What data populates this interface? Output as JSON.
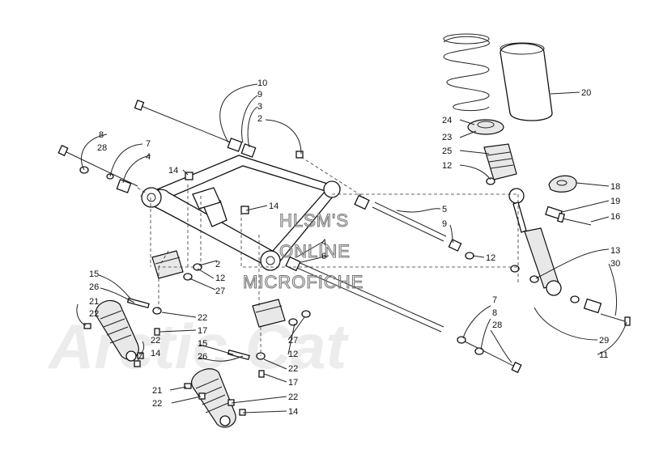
{
  "watermark": {
    "lines": [
      "HLSM'S",
      "ONLINE",
      "MICROFICHE"
    ],
    "background_logo": "Arctic Cat"
  },
  "callouts": [
    {
      "text": "10"
    },
    {
      "text": "9"
    },
    {
      "text": "3"
    },
    {
      "text": "2"
    },
    {
      "text": "8"
    },
    {
      "text": "28"
    },
    {
      "text": "7"
    },
    {
      "text": "4"
    },
    {
      "text": "14"
    },
    {
      "text": "14"
    },
    {
      "text": "5"
    },
    {
      "text": "9"
    },
    {
      "text": "12"
    },
    {
      "text": "2"
    },
    {
      "text": "12"
    },
    {
      "text": "27"
    },
    {
      "text": "4"
    },
    {
      "text": "6"
    },
    {
      "text": "15"
    },
    {
      "text": "26"
    },
    {
      "text": "21"
    },
    {
      "text": "22"
    },
    {
      "text": "22"
    },
    {
      "text": "17"
    },
    {
      "text": "22"
    },
    {
      "text": "14"
    },
    {
      "text": "15"
    },
    {
      "text": "26"
    },
    {
      "text": "27"
    },
    {
      "text": "12"
    },
    {
      "text": "22"
    },
    {
      "text": "17"
    },
    {
      "text": "21"
    },
    {
      "text": "22"
    },
    {
      "text": "22"
    },
    {
      "text": "14"
    },
    {
      "text": "20"
    },
    {
      "text": "24"
    },
    {
      "text": "23"
    },
    {
      "text": "25"
    },
    {
      "text": "12"
    },
    {
      "text": "18"
    },
    {
      "text": "19"
    },
    {
      "text": "16"
    },
    {
      "text": "13"
    },
    {
      "text": "30"
    },
    {
      "text": "7"
    },
    {
      "text": "8"
    },
    {
      "text": "28"
    },
    {
      "text": "29"
    },
    {
      "text": "11"
    }
  ]
}
